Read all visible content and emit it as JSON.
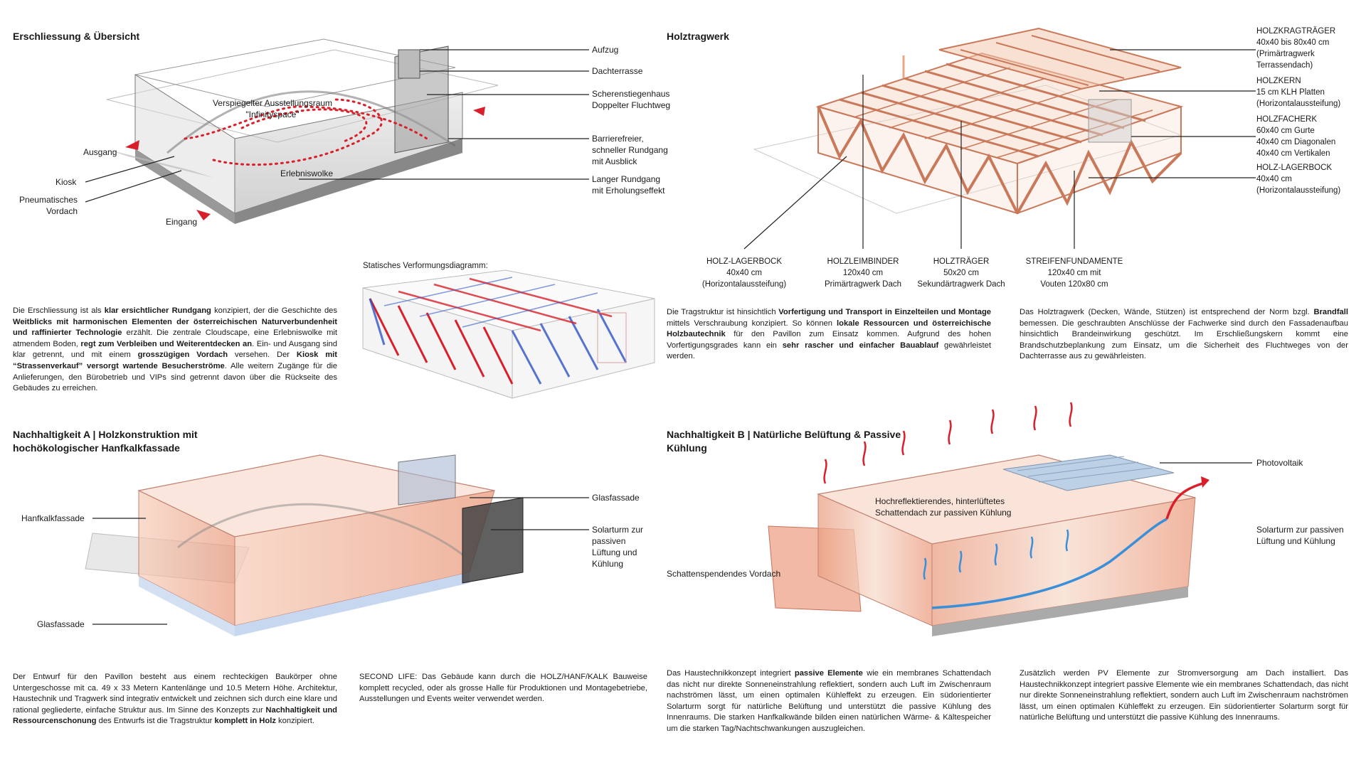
{
  "titles": {
    "erschliessung": "Erschliessung & Übersicht",
    "holztragwerk": "Holztragwerk",
    "nachhaltigkeit_a_1": "Nachhaltigkeit A | Holzkonstruktion mit",
    "nachhaltigkeit_a_2": "hochökologischer Hanfkalkfassade",
    "nachhaltigkeit_b_1": "Nachhaltigkeit B | Natürliche Belüftung & Passive",
    "nachhaltigkeit_b_2": "Kühlung",
    "verformung": "Statisches Verformungsdiagramm:"
  },
  "erschliessung_labels": {
    "aufzug": "Aufzug",
    "dachterrasse": "Dachterrasse",
    "scherenstiegenhaus": "Scherenstiegenhaus\nDoppelter Fluchtweg",
    "barrierefreier": "Barrierefreier,\nschneller Rundgang\nmit Ausblick",
    "langer_rundgang": "Langer Rundgang\nmit Erholungseffekt",
    "ausstellungsraum": "Verspiegelter Ausstellungsraum\n\"Infinityspace\"",
    "erlebniswolke": "Erlebniswolke",
    "ausgang": "Ausgang",
    "kiosk": "Kiosk",
    "vordach": "Pneumatisches\nVordach",
    "eingang": "Eingang"
  },
  "holz_labels": {
    "kragtraeger": "HOLZKRAGTRÄGER\n40x40 bis 80x40 cm\n(Primärtragwerk\nTerrassendach)",
    "holzkern": "HOLZKERN\n15 cm KLH Platten\n(Horizontalaussteifung)",
    "facherk": "HOLZFACHERK\n60x40 cm Gurte\n40x40 cm Diagonalen\n40x40 cm Vertikalen",
    "lagerbock_r": "HOLZ-LAGERBOCK\n40x40 cm\n(Horizontalaussteifung)",
    "lagerbock_b": "HOLZ-LAGERBOCK\n40x40 cm\n(Horizontalaussteifung)",
    "leimbinder": "HOLZLEIMBINDER\n120x40 cm\nPrimärtragwerk Dach",
    "traeger": "HOLZTRÄGER\n50x20 cm\nSekundärtragwerk Dach",
    "fundamente": "STREIFENFUNDAMENTE\n120x40 cm mit\nVouten 120x80 cm"
  },
  "a_labels": {
    "hanfkalk": "Hanfkalkfassade",
    "glasfassade_r": "Glasfassade",
    "solarturm": "Solarturm zur\npassiven\nLüftung und\nKühlung",
    "glasfassade_l": "Glasfassade"
  },
  "b_labels": {
    "photovoltaik": "Photovoltaik",
    "schattendach": "Hochreflektierendes, hinterlüftetes\nSchattendach zur passiven Kühlung",
    "solarturm": "Solarturm zur passiven\nLüftung und Kühlung",
    "vordach": "Schattenspendendes Vordach"
  },
  "texts": {
    "erschliessung": "Die Erschliessung ist als <b>klar ersichtlicher Rundgang</b> konzipiert, der die Geschichte des <b>Weitblicks mit harmonischen Elementen der österreichischen Naturverbundenheit und raffinierter Technologie</b> erzählt. Die zentrale Cloudscape, eine Erlebniswolke mit atmendem Boden, <b>regt zum Verbleiben und Weiterentdecken an</b>. Ein- und Ausgang sind klar getrennt, und mit einem <b>grosszügigen Vordach</b> versehen. Der <b>Kiosk mit “Strassenverkauf” versorgt wartende Besucherströme</b>. Alle weitern Zugänge für die Anlieferungen, den Bürobetrieb und VIPs sind getrennt davon über die Rückseite des Gebäudes zu erreichen.",
    "tragstruktur": "Die Tragstruktur ist hinsichtlich <b>Vorfertigung und Transport in Einzelteilen und Montage</b> mittels Verschraubung konzipiert. So können <b>lokale Ressourcen und österreichische Holzbautechnik</b> für den Pavillon zum Einsatz kommen. Aufgrund des hohen Vorfertigungsgrades kann ein <b>sehr rascher und einfacher Bauablauf</b> gewährleistet werden.",
    "brandfall": "Das Holztragwerk (Decken, Wände, Stützen) ist entsprechend der Norm bzgl. <b>Brandfall</b> bemessen. Die geschraubten Anschlüsse der Fachwerke sind durch den Fassadenaufbau hinsichtlich Brandeinwirkung geschützt. Im Erschließungskern kommt eine Brandschutzbeplankung zum Einsatz, um die Sicherheit des Fluchtweges von der Dachterrasse aus zu gewährleisten.",
    "entwurf": "Der Entwurf für den Pavillon besteht aus einem rechteckigen Baukörper ohne Untergeschosse mit ca. 49 x 33 Metern Kantenlänge und 10.5 Metern Höhe. Architektur, Haustechnik und Tragwerk sind integrativ entwickelt und zeichnen sich durch eine klare und rational gegliederte, einfache Struktur aus. Im Sinne des Konzepts zur <b>Nachhaltigkeit und Ressourcenschonung</b> des Entwurfs ist die Tragstruktur <b>komplett in Holz</b> konzipiert.",
    "second_life": "SECOND LIFE: Das Gebäude kann durch die HOLZ/HANF/KALK Bauweise komplett recycled, oder als grosse Halle für Produktionen und Montagebetriebe, Ausstellungen und Events weiter verwendet werden.",
    "haustechnik": "Das Haustechnikkonzept integriert <b>passive Elemente</b> wie ein membranes Schattendach das nicht nur direkte Sonneneinstrahlung reflektiert, sondern auch Luft im Zwischenraum nachströmen lässt, um einen optimalen Kühleffekt zu erzeugen. Ein südorientierter Solarturm sorgt für natürliche Belüftung und unterstützt die passive Kühlung des Innenraums. Die starken Hanfkalkwände bilden einen natürlichen Wärme- & Kältespeicher um die starken Tag/Nachtschwankungen auszugleichen.",
    "pv": "Zusätzlich werden PV Elemente zur Stromversorgung am Dach installiert. Das Haustechnikkonzept integriert passive Elemente wie ein membranes Schattendach, das nicht nur direkte Sonneneinstrahlung reflektiert, sondern auch Luft im Zwischenraum nachströmen lässt, um einen optimalen Kühleffekt zu erzeugen. Ein südorientierter Solarturm sorgt für natürliche Belüftung und unterstützt die passive Kühlung des Innenraums."
  },
  "colors": {
    "red": "#d9202a",
    "blue": "#3a8fd9",
    "wood": "#e9a88a",
    "wood_dark": "#c9795a",
    "tint": "#f2bfa8"
  }
}
